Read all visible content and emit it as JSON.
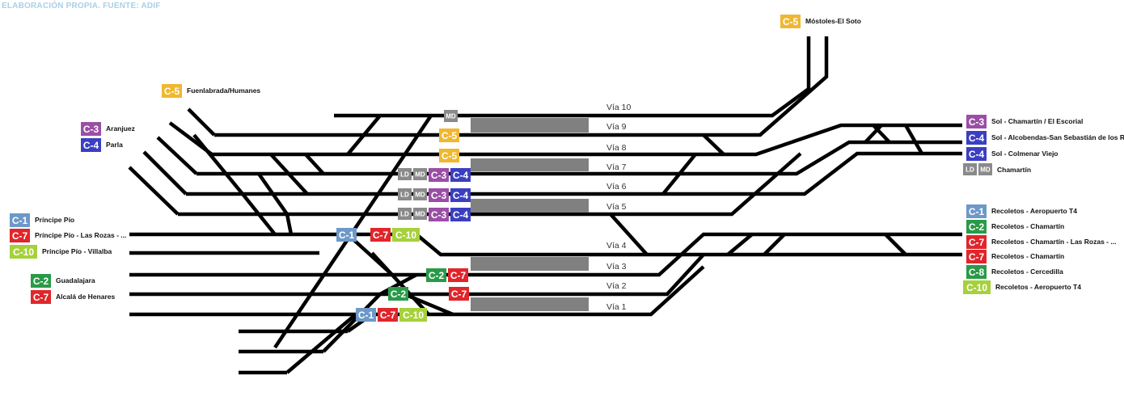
{
  "source": "ELABORACIÓN PROPIA. FUENTE: ADIF",
  "colors": {
    "C-1": "#6d98c8",
    "C-2": "#2a9a48",
    "C-3": "#9b4ea6",
    "C-4": "#3a3fc2",
    "C-5": "#f0b730",
    "C-7": "#e0262b",
    "C-8": "#2a9a48",
    "C-10": "#a6d13a",
    "LD": "#8a8a8a",
    "MD": "#8a8a8a"
  },
  "tracks": [
    "Vía 10",
    "Vía 9",
    "Vía 8",
    "Vía 7",
    "Vía 6",
    "Vía 5",
    "Vía 4",
    "Vía 3",
    "Vía 2",
    "Vía 1"
  ],
  "left_labels": [
    {
      "badges": [
        "C-5"
      ],
      "text": "Fuenlabrada/Humanes"
    },
    {
      "badges": [
        "C-3"
      ],
      "text": "Aranjuez"
    },
    {
      "badges": [
        "C-4"
      ],
      "text": "Parla"
    },
    {
      "badges": [
        "C-1"
      ],
      "text": "Príncipe Pío"
    },
    {
      "badges": [
        "C-7"
      ],
      "text": "Príncipe Pío - Las Rozas - ..."
    },
    {
      "badges": [
        "C-10"
      ],
      "text": "Príncipe Pío - Villalba"
    },
    {
      "badges": [
        "C-2"
      ],
      "text": "Guadalajara"
    },
    {
      "badges": [
        "C-7"
      ],
      "text": "Alcalá de Henares"
    }
  ],
  "right_labels": [
    {
      "badges": [
        "C-5"
      ],
      "text": "Móstoles-El Soto"
    },
    {
      "badges": [
        "C-3"
      ],
      "text": "Sol - Chamartín / El Escorial"
    },
    {
      "badges": [
        "C-4"
      ],
      "text": "Sol - Alcobendas-San Sebastián de los Reyes"
    },
    {
      "badges": [
        "C-4"
      ],
      "text": "Sol - Colmenar Viejo"
    },
    {
      "badges": [
        "LD",
        "MD"
      ],
      "text": "Chamartín"
    },
    {
      "badges": [
        "C-1"
      ],
      "text": "Recoletos - Aeropuerto T4"
    },
    {
      "badges": [
        "C-2"
      ],
      "text": "Recoletos - Chamartín"
    },
    {
      "badges": [
        "C-7"
      ],
      "text": "Recoletos - Chamartín - Las Rozas - ..."
    },
    {
      "badges": [
        "C-7"
      ],
      "text": "Recoletos - Chamartín"
    },
    {
      "badges": [
        "C-8"
      ],
      "text": "Recoletos - Cercedilla"
    },
    {
      "badges": [
        "C-10"
      ],
      "text": "Recoletos - Aeropuerto T4"
    }
  ],
  "track_services": [
    {
      "track": "Vía 10",
      "badges": [
        "MD"
      ]
    },
    {
      "track": "Vía 9",
      "badges": [
        "C-5"
      ]
    },
    {
      "track": "Vía 8",
      "badges": [
        "C-5"
      ]
    },
    {
      "track": "Vía 7",
      "badges": [
        "LD",
        "MD",
        "C-3",
        "C-4"
      ]
    },
    {
      "track": "Vía 6",
      "badges": [
        "LD",
        "MD",
        "C-3",
        "C-4"
      ]
    },
    {
      "track": "Vía 5",
      "badges": [
        "LD",
        "MD",
        "C-3",
        "C-4"
      ]
    },
    {
      "track": "Vía 4",
      "badges": [
        "C-1",
        "C-7",
        "C-10"
      ]
    },
    {
      "track": "Vía 3",
      "badges": [
        "C-2",
        "C-7"
      ]
    },
    {
      "track": "Vía 2",
      "badges": [
        "C-2",
        "C-7"
      ]
    },
    {
      "track": "Vía 1",
      "badges": [
        "C-1",
        "C-7",
        "C-10"
      ]
    }
  ]
}
